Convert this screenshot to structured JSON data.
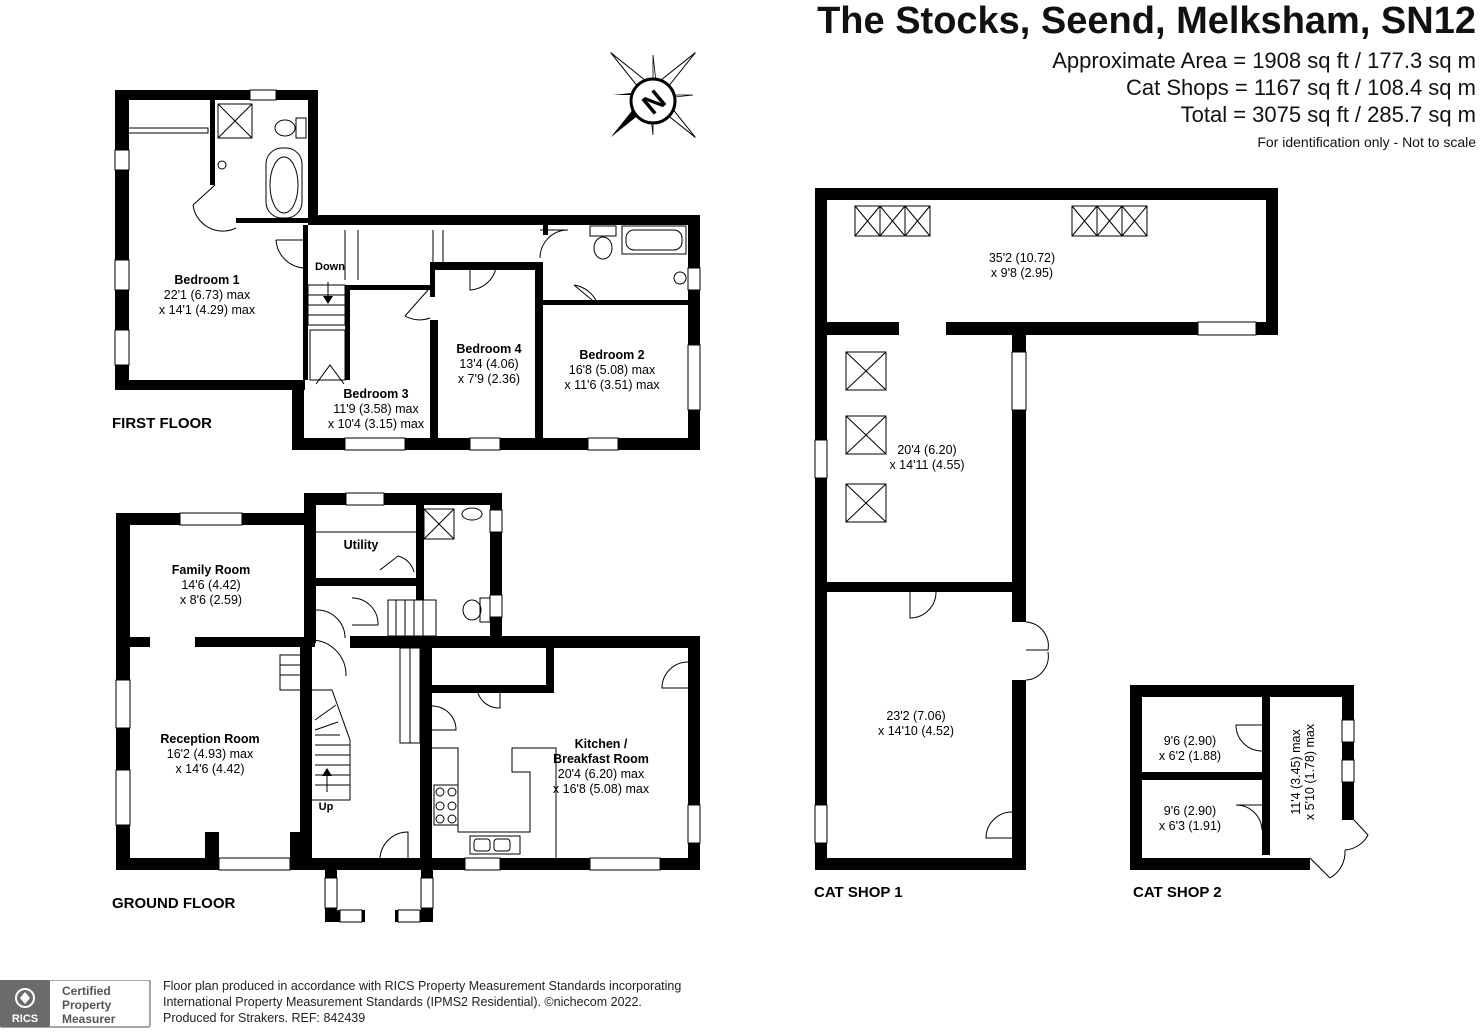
{
  "header": {
    "title": "The Stocks, Seend, Melksham, SN12",
    "area_lines": [
      "Approximate Area = 1908 sq ft / 177.3 sq m",
      "Cat Shops = 1167 sq ft / 108.4 sq m",
      "Total = 3075 sq ft / 285.7 sq m"
    ],
    "note": "For identification only - Not to scale"
  },
  "compass": {
    "letter": "N"
  },
  "floors": {
    "first": "FIRST FLOOR",
    "ground": "GROUND FLOOR",
    "cat1": "CAT SHOP 1",
    "cat2": "CAT SHOP 2"
  },
  "rooms": {
    "bedroom1": [
      "Bedroom 1",
      "22'1 (6.73) max",
      "x 14'1 (4.29) max"
    ],
    "bedroom2": [
      "Bedroom 2",
      "16'8 (5.08) max",
      "x 11'6 (3.51) max"
    ],
    "bedroom3": [
      "Bedroom 3",
      "11'9 (3.58) max",
      "x 10'4 (3.15) max"
    ],
    "bedroom4": [
      "Bedroom 4",
      "13'4 (4.06)",
      "x 7'9 (2.36)"
    ],
    "family": [
      "Family Room",
      "14'6 (4.42)",
      "x 8'6 (2.59)"
    ],
    "reception": [
      "Reception Room",
      "16'2 (4.93) max",
      "x 14'6 (4.42)"
    ],
    "kitchen": [
      "Kitchen /",
      "Breakfast Room",
      "20'4 (6.20) max",
      "x 16'8 (5.08) max"
    ],
    "utility": "Utility",
    "down": "Down",
    "up": "Up",
    "cs1_top": [
      "35'2 (10.72)",
      "x 9'8 (2.95)"
    ],
    "cs1_mid": [
      "20'4 (6.20)",
      "x 14'11 (4.55)"
    ],
    "cs1_bottom": [
      "23'2 (7.06)",
      "x 14'10 (4.52)"
    ],
    "cs2_top": [
      "9'6 (2.90)",
      "x 6'2 (1.88)"
    ],
    "cs2_bottom": [
      "9'6 (2.90)",
      "x 6'3 (1.91)"
    ],
    "cs2_side": [
      "11'4 (3.45) max",
      "x 5'10 (1.78) max"
    ]
  },
  "badge": {
    "rics": "RICS",
    "line1": "Certified",
    "line2": "Property",
    "line3": "Measurer"
  },
  "footer": {
    "line1": "Floor plan produced in accordance with RICS Property Measurement Standards incorporating",
    "line2": "International Property Measurement Standards (IPMS2 Residential).  ©nichecom 2022.",
    "line3": "Produced for Strakers.    REF:  842439"
  }
}
